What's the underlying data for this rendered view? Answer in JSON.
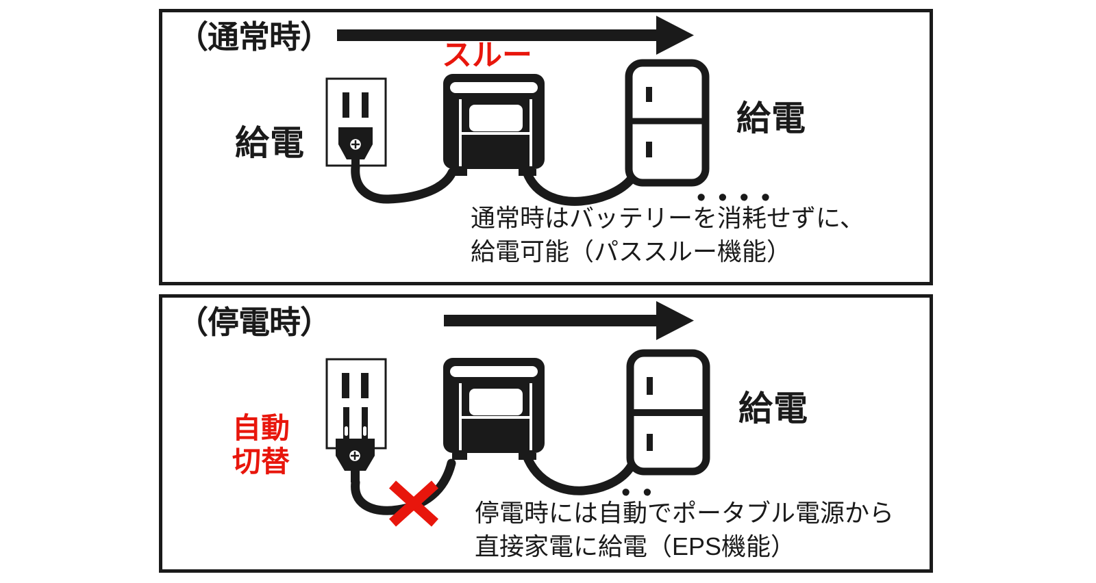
{
  "colors": {
    "ink": "#1a1a1a",
    "red": "#e8160c",
    "background": "#ffffff"
  },
  "panel_normal": {
    "title": "（通常時）",
    "flow_label": "スルー",
    "supply_label_left": "給電",
    "supply_label_right": "給電",
    "emphasis_dots": "••••",
    "caption_line1": "通常時はバッテリーを消耗せずに、",
    "caption_line2": "給電可能（パススルー機能）"
  },
  "panel_outage": {
    "title": "（停電時）",
    "switch_label": "自動\n切替",
    "supply_label_right": "給電",
    "emphasis_dots": "••",
    "caption_line1": "停電時には自動でポータブル電源から",
    "caption_line2": "直接家電に給電（EPS機能）"
  }
}
